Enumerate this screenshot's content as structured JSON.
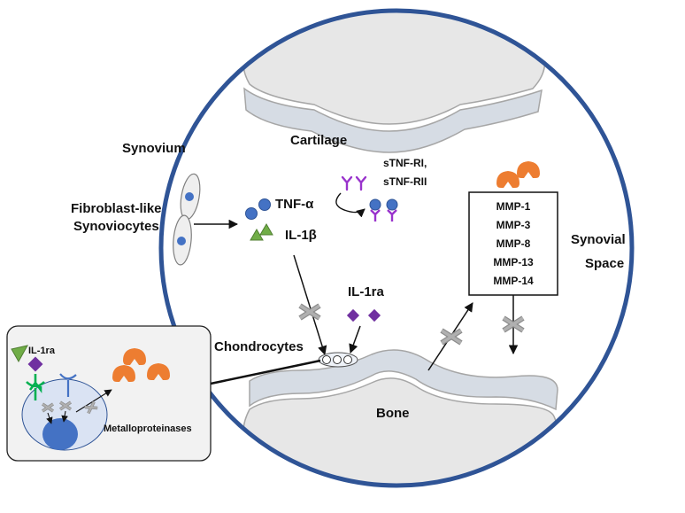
{
  "labels": {
    "synovium": "Synovium",
    "fls_line1": "Fibroblast-like",
    "fls_line2": "Synoviocytes",
    "cartilage": "Cartilage",
    "bone": "Bone",
    "tnf": "TNF-α",
    "il1b": "IL-1β",
    "stnf_line1": "sTNF-RI,",
    "stnf_line2": "sTNF-RII",
    "il1ra": "IL-1ra",
    "chondrocytes": "Chondrocytes",
    "synovial_line1": "Synovial",
    "synovial_line2": "Space",
    "inset_il1ra": "IL-1ra",
    "metalloproteinases": "Metalloproteinases"
  },
  "mmp_list": [
    "MMP-1",
    "MMP-3",
    "MMP-8",
    "MMP-13",
    "MMP-14"
  ],
  "colors": {
    "capsule": "#2f5496",
    "bone_fill": "#e7e7e7",
    "bone_stroke": "#a6a6a6",
    "cartilage_fill": "#d6dce4",
    "cytokine_blue": "#4472c4",
    "il1b_green": "#70ad47",
    "receptor_purple": "#9933cc",
    "il1ra_purple": "#7030a0",
    "mmp_orange": "#ed7d31",
    "inhibitor_gray": "#9e9e9e",
    "cell_fill": "#dae3f3"
  }
}
